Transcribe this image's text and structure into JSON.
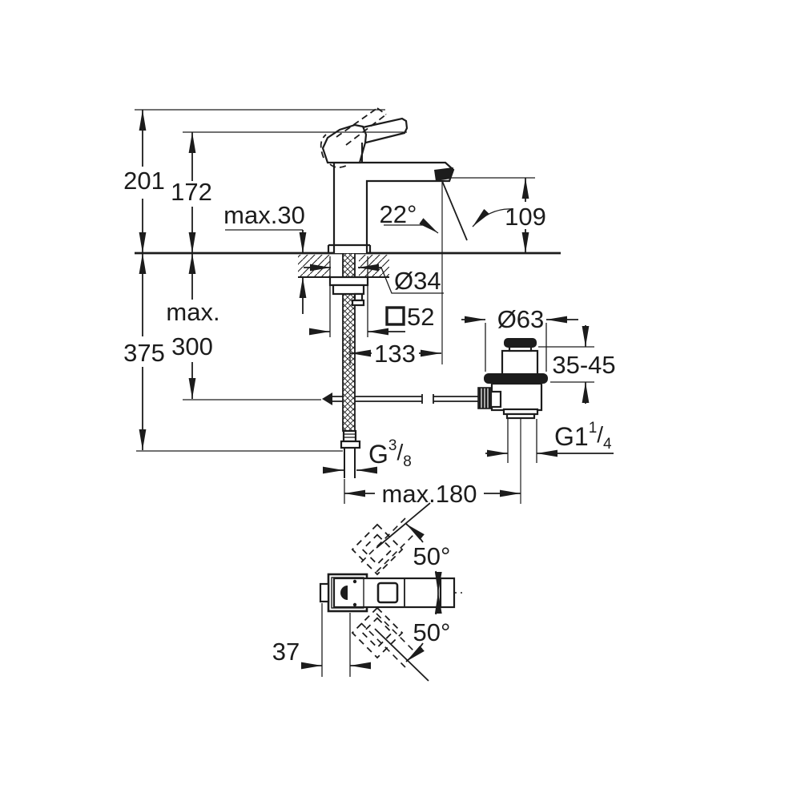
{
  "drawing": {
    "kind": "technical dimension drawing, single-lever basin mixer with pop-up waste",
    "ink_color": "#1c1c1c",
    "background_color": "#ffffff",
    "front_view": {
      "labels": {
        "height_total_open": "201",
        "height_spout_tip": "172",
        "deck_thickness_max": "max.30",
        "spray_angle": "22°",
        "spout_height": "109",
        "hole_diameter": "Ø34",
        "base_square": "52",
        "spout_projection": "133",
        "hose_depth_max_line1": "max.",
        "hose_depth_max_line2": "300",
        "total_depth": "375",
        "waste_flange_diameter": "Ø63",
        "waste_deck_range": "35-45",
        "rod_reach_max": "max.180",
        "supply_thread": {
          "prefix": "G",
          "sup": "3",
          "slash": "/",
          "sub": "8"
        },
        "waste_thread": {
          "prefix": "G1",
          "sup": "1",
          "slash": "/",
          "sub": "4"
        }
      }
    },
    "top_view": {
      "labels": {
        "swing_angle_up": "50°",
        "swing_angle_down": "50°",
        "handle_axis_offset": "37"
      }
    }
  }
}
